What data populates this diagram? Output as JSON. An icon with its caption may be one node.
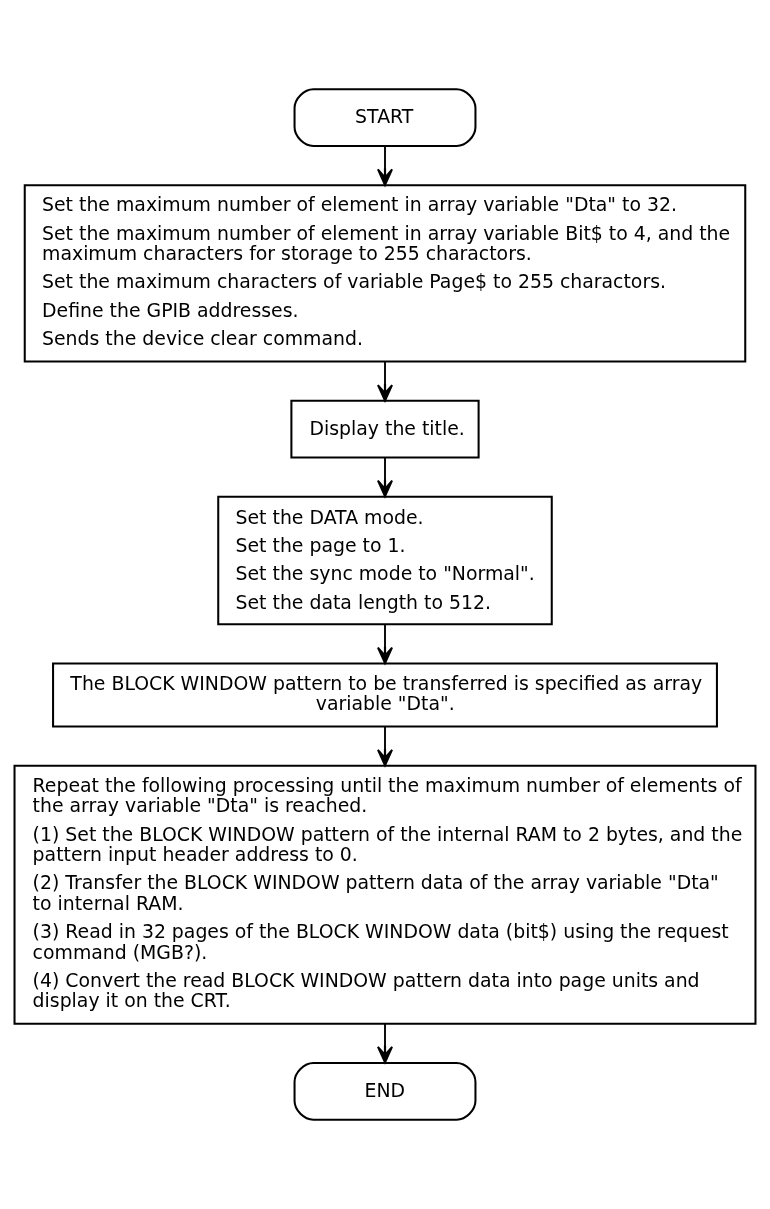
{
  "diagram": {
    "nodes": [
      {
        "text": [
          "START"
        ]
      },
      {
        "text": [
          "Set the maximum number of element in array variable \"Dta\" to 32.",
          "Set the maximum number of element in array variable Bit$ to 4, and the maximum characters for storage to 255 charactors.",
          "Set the maximum characters of variable Page$ to 255 charactors.",
          "Define the GPIB addresses.",
          "Sends the device clear command."
        ]
      },
      {
        "text": [
          "Display the title."
        ]
      },
      {
        "text": [
          "Set the DATA mode.",
          "Set the page to 1.",
          "Set the sync mode to \"Normal\".",
          "Set the data length to 512."
        ]
      },
      {
        "text": [
          "The BLOCK WINDOW pattern to be transferred is specified as array variable \"Dta\"."
        ]
      },
      {
        "text": [
          "Repeat the following processing until the maximum number of elements of the array variable \"Dta\" is reached.",
          "(1) Set the BLOCK WINDOW pattern of the internal RAM to 2 bytes, and the pattern input header address to 0.",
          "(2) Transfer the BLOCK WINDOW pattern data of the array variable \"Dta\" to internal RAM.",
          "(3) Read in 32 pages of the BLOCK WINDOW data (bit$) using the request command (MGB?).",
          "(4) Convert the read BLOCK WINDOW pattern data into page units and display it on the CRT."
        ]
      },
      {
        "text": [
          "END"
        ]
      }
    ],
    "edges": [
      {
        "from": 0,
        "to": 1,
        "arrow": "to"
      },
      {
        "from": 1,
        "to": 2,
        "arrow": "to"
      },
      {
        "from": 2,
        "to": 3,
        "arrow": "to"
      },
      {
        "from": 3,
        "to": 4,
        "arrow": "to"
      },
      {
        "from": 4,
        "to": 5,
        "arrow": "to"
      },
      {
        "from": 5,
        "to": 6,
        "arrow": "to"
      }
    ]
  }
}
